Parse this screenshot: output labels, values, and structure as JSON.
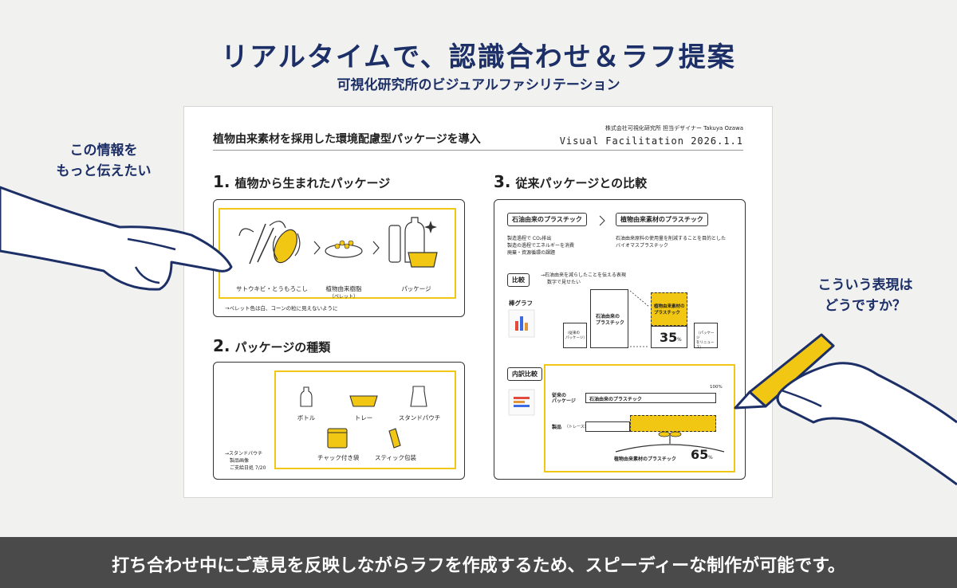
{
  "header": {
    "title": "リアルタイムで、認識合わせ＆ラフ提案",
    "subtitle": "可視化研究所のビジュアルファシリテーション"
  },
  "callouts": {
    "left": [
      "この情報を",
      "もっと伝えたい"
    ],
    "right": [
      "こういう表現は",
      "どうですか？"
    ]
  },
  "document": {
    "title": "植物由来素材を採用した環境配慮型パッケージを導入",
    "meta": "株式会社可視化研究所 担当デザイナー Takuya Ozawa",
    "date": "Visual Facilitation 2026.1.1",
    "section1": {
      "num": "1.",
      "title": "植物から生まれたパッケージ",
      "items": [
        "サトウキビ・とうもろこし",
        "植物由来樹脂",
        "（ペレット）",
        "パッケージ"
      ],
      "note": "→ペレット色は白、コーンの粒に見えないように"
    },
    "section2": {
      "num": "2.",
      "title": "パッケージの種類",
      "items": [
        "ボトル",
        "トレー",
        "スタンドパウチ",
        "チャック付き袋",
        "スティック包装"
      ],
      "note": [
        "→スタンドパウチ",
        "製品画像",
        "ご支給日処 7/20"
      ]
    },
    "section3": {
      "num": "3.",
      "title": "従来パッケージとの比較",
      "tag_left": "石油由来のプラスチック",
      "tag_right": "植物由来素材のプラスチック",
      "desc_left": [
        "製造過程で CO₂排出",
        "製造の過程でエネルギーを消費",
        "廃棄・資源循環の課題"
      ],
      "desc_right": [
        "石油由来原料の使用量を削減することを目的とした",
        "バイオマスプラスチック"
      ],
      "compare_tag": "比較",
      "compare_note": [
        "→石油由来を減らしたことを伝える表現",
        "数字で見せたい"
      ],
      "bar_label": "棒グラフ",
      "bar_small_left": [
        "（従来の",
        "パッケージ）"
      ],
      "bar_tall": [
        "石油由来の",
        "プラスチック"
      ],
      "bar_yellow": [
        "植物由来素材の",
        "プラスチック"
      ],
      "bar_percent": "35",
      "bar_percent_unit": "%",
      "bar_small_right": [
        "（パッケージ",
        "をリニュース）"
      ],
      "breakdown_tag": "内訳比較",
      "hundred": "100%",
      "row1_label": [
        "従来の",
        "パッケージ"
      ],
      "row1_bar": "石油由来のプラスチック",
      "row2_label": "製品",
      "row2_sub": "（トレース）",
      "plant_label": "植物由来素材のプラスチック",
      "plant_percent": "65",
      "plant_unit": "%"
    }
  },
  "footer": {
    "text": "打ち合わせ中にご意見を反映しながらラフを作成するため、スピーディーな制作が可能です。"
  },
  "colors": {
    "navy": "#1c2f66",
    "yellow": "#f2c713",
    "bar": "#4a4a4a"
  }
}
